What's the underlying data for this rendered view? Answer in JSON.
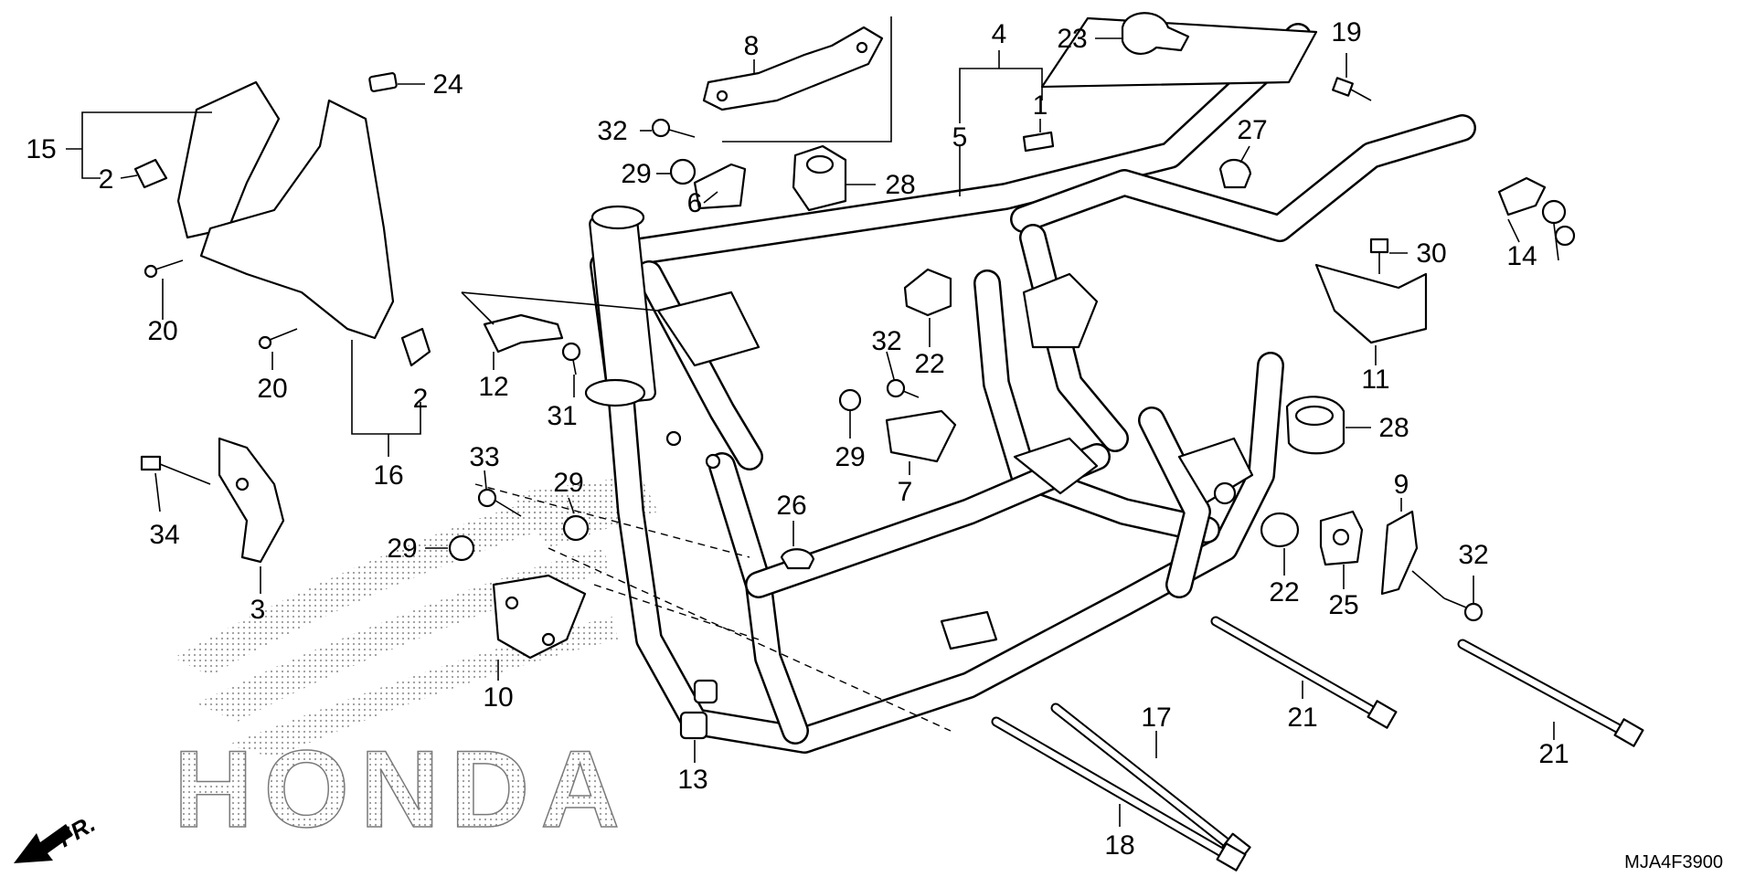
{
  "diagram_code": "MJA4F3900",
  "front_marker": "FR.",
  "watermark": "HONDA",
  "callouts": [
    {
      "id": "c1",
      "label": "1"
    },
    {
      "id": "c2a",
      "label": "2"
    },
    {
      "id": "c2b",
      "label": "2"
    },
    {
      "id": "c3",
      "label": "3"
    },
    {
      "id": "c4",
      "label": "4"
    },
    {
      "id": "c5",
      "label": "5"
    },
    {
      "id": "c6",
      "label": "6"
    },
    {
      "id": "c7",
      "label": "7"
    },
    {
      "id": "c8",
      "label": "8"
    },
    {
      "id": "c9",
      "label": "9"
    },
    {
      "id": "c10",
      "label": "10"
    },
    {
      "id": "c11",
      "label": "11"
    },
    {
      "id": "c12",
      "label": "12"
    },
    {
      "id": "c13",
      "label": "13"
    },
    {
      "id": "c14",
      "label": "14"
    },
    {
      "id": "c15",
      "label": "15"
    },
    {
      "id": "c16",
      "label": "16"
    },
    {
      "id": "c17",
      "label": "17"
    },
    {
      "id": "c18",
      "label": "18"
    },
    {
      "id": "c19",
      "label": "19"
    },
    {
      "id": "c20a",
      "label": "20"
    },
    {
      "id": "c20b",
      "label": "20"
    },
    {
      "id": "c21a",
      "label": "21"
    },
    {
      "id": "c21b",
      "label": "21"
    },
    {
      "id": "c22a",
      "label": "22"
    },
    {
      "id": "c22b",
      "label": "22"
    },
    {
      "id": "c23",
      "label": "23"
    },
    {
      "id": "c24",
      "label": "24"
    },
    {
      "id": "c25",
      "label": "25"
    },
    {
      "id": "c26",
      "label": "26"
    },
    {
      "id": "c27",
      "label": "27"
    },
    {
      "id": "c28a",
      "label": "28"
    },
    {
      "id": "c28b",
      "label": "28"
    },
    {
      "id": "c29a",
      "label": "29"
    },
    {
      "id": "c29b",
      "label": "29"
    },
    {
      "id": "c29c",
      "label": "29"
    },
    {
      "id": "c29d",
      "label": "29"
    },
    {
      "id": "c30",
      "label": "30"
    },
    {
      "id": "c31",
      "label": "31"
    },
    {
      "id": "c32a",
      "label": "32"
    },
    {
      "id": "c32b",
      "label": "32"
    },
    {
      "id": "c32c",
      "label": "32"
    },
    {
      "id": "c33",
      "label": "33"
    },
    {
      "id": "c34",
      "label": "34"
    }
  ]
}
